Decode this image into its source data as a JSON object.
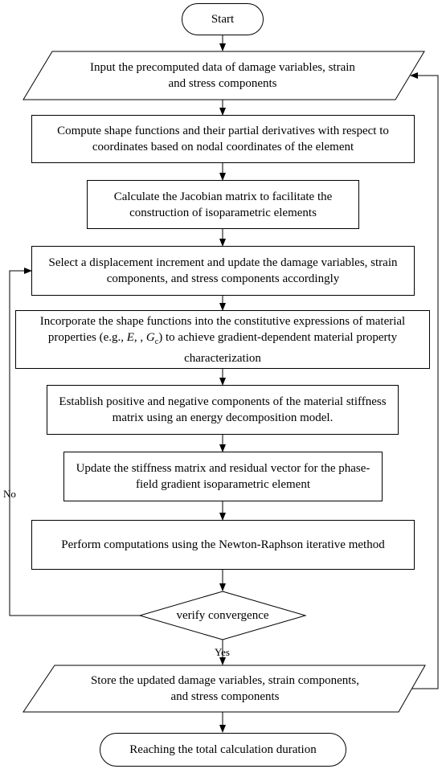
{
  "flowchart": {
    "start": "Start",
    "input": "Input the precomputed data of damage variables, strain and stress components",
    "shape_functions": "Compute shape functions and their partial derivatives with respect to coordinates based on nodal coordinates of the element",
    "jacobian": "Calculate the Jacobian matrix to facilitate the construction of isoparametric elements",
    "increment": "Select a displacement increment and update the damage variables, strain components, and stress components accordingly",
    "incorporate": {
      "before_e": "Incorporate the shape functions into the constitutive expressions of material properties (e.g., ",
      "e": "E",
      "between": ", , ",
      "g": "G",
      "g_sub": "c",
      "after": ") to achieve gradient-dependent material property characterization"
    },
    "energy": "Establish positive and negative components of the material stiffness matrix using an energy decomposition model.",
    "update_stiffness": "Update the stiffness matrix and residual vector for the phase-field gradient isoparametric element",
    "newton": "Perform computations using the Newton-Raphson iterative method",
    "verify": "verify convergence",
    "store": "Store the updated damage variables, strain components, and stress components",
    "end": "Reaching the total calculation  duration",
    "label_no": "No",
    "label_yes": "Yes"
  }
}
